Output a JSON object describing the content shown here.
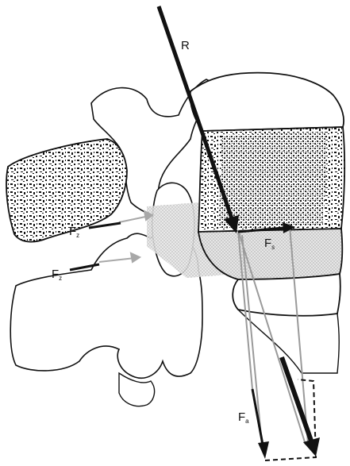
{
  "labels": {
    "resultant": "R",
    "facet_force_upper": {
      "main": "F",
      "sub": "z"
    },
    "facet_force_lower": {
      "main": "F",
      "sub": "z"
    },
    "shear_force": {
      "main": "F",
      "sub": "s"
    },
    "axial_force": {
      "main": "F",
      "sub": "a"
    }
  },
  "colors": {
    "line": "#111111",
    "stipple_gray": "#b0b0b0",
    "background": "#ffffff"
  }
}
